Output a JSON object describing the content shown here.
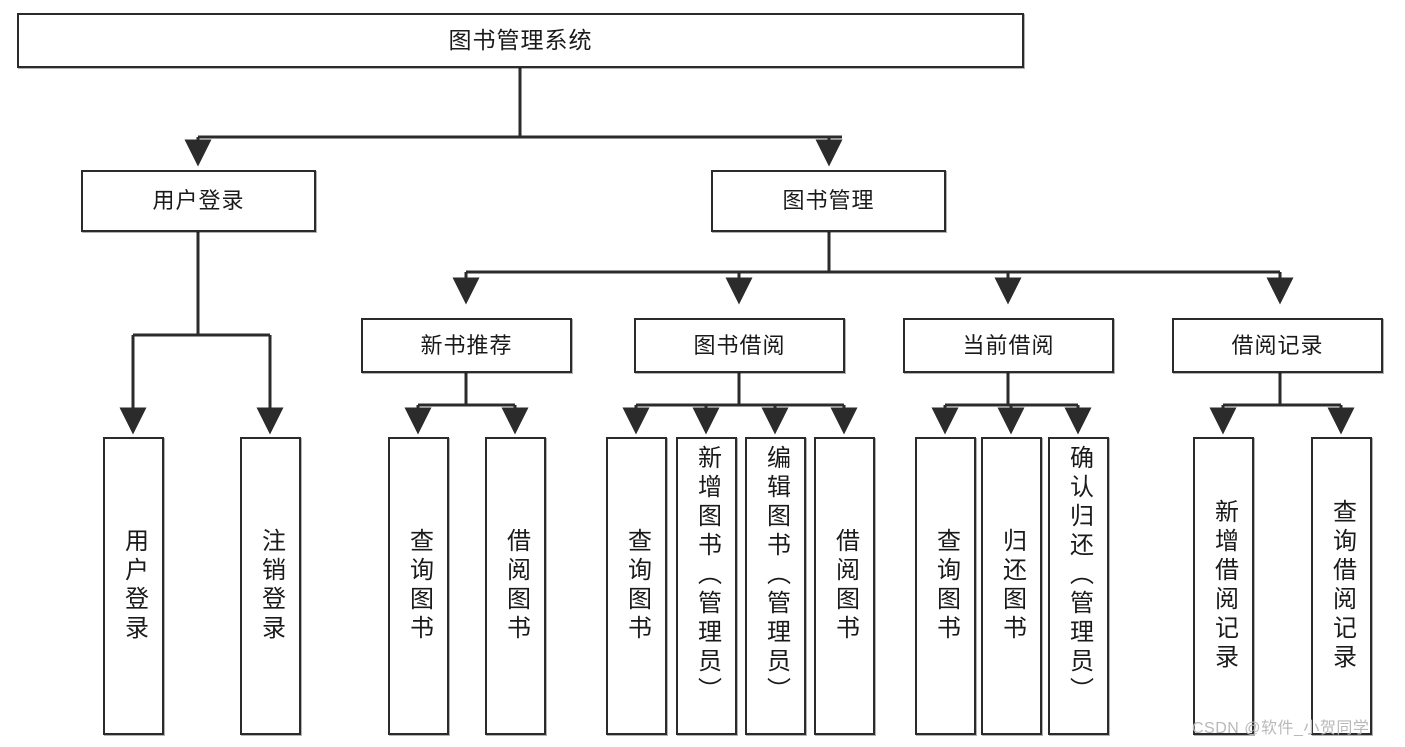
{
  "diagram": {
    "title": "图书管理系统",
    "type": "tree-hierarchy-diagram",
    "watermark": "CSDN @软件_小贺同学",
    "colors": {
      "box_border": "#2b2b2b",
      "box_fill": "#ffffff",
      "edge": "#2b2b2b",
      "text": "#1a1a1a",
      "watermark": "#b9b9b9"
    },
    "nodes": {
      "root": {
        "label": "图书管理系统"
      },
      "level1": [
        {
          "id": "user-login",
          "label": "用户登录"
        },
        {
          "id": "book-manage",
          "label": "图书管理"
        }
      ],
      "level2": [
        {
          "id": "new-book-recommend",
          "label": "新书推荐"
        },
        {
          "id": "book-borrow",
          "label": "图书借阅"
        },
        {
          "id": "current-borrow",
          "label": "当前借阅"
        },
        {
          "id": "borrow-record",
          "label": "借阅记录"
        }
      ],
      "leaves": {
        "user_login": [
          {
            "id": "leaf-user-login",
            "label": "用户登录"
          },
          {
            "id": "leaf-logout-login",
            "label": "注销登录"
          }
        ],
        "new_book_recommend": [
          {
            "id": "leaf-query-book-1",
            "label": "查询图书"
          },
          {
            "id": "leaf-borrow-book-1",
            "label": "借阅图书"
          }
        ],
        "book_borrow": [
          {
            "id": "leaf-query-book-2",
            "label": "查询图书"
          },
          {
            "id": "leaf-add-book",
            "label": "新增图书（管理员）"
          },
          {
            "id": "leaf-edit-book",
            "label": "编辑图书（管理员）"
          },
          {
            "id": "leaf-borrow-book-2",
            "label": "借阅图书"
          }
        ],
        "current_borrow": [
          {
            "id": "leaf-query-book-3",
            "label": "查询图书"
          },
          {
            "id": "leaf-return-book",
            "label": "归还图书"
          },
          {
            "id": "leaf-confirm-return",
            "label": "确认归还（管理员）"
          }
        ],
        "borrow_record": [
          {
            "id": "leaf-add-record",
            "label": "新增借阅记录"
          },
          {
            "id": "leaf-query-record",
            "label": "查询借阅记录"
          }
        ]
      }
    }
  }
}
